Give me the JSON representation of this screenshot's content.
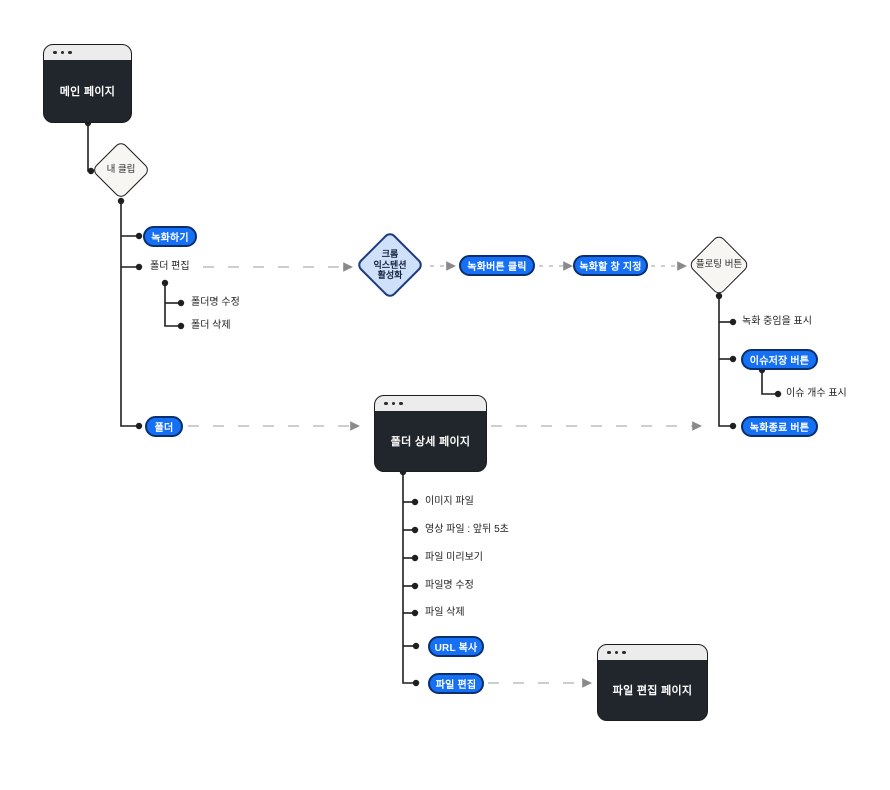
{
  "colors": {
    "pill_fill": "#1570f4",
    "pill_border": "#0b2f6e",
    "window_body": "#21252c",
    "window_header": "#ececec",
    "node_border": "#1c1c1c",
    "diamond_fill": "#f7f6f3",
    "blue_diamond_fill": "#cfe0fb",
    "blue_diamond_border": "#1d3c7c",
    "line": "#1f1f1f",
    "dash": "#bdbdbd",
    "canvas_bg": "#ffffff"
  },
  "windows": {
    "main": {
      "title": "메인 페이지"
    },
    "folder_detail": {
      "title": "폴더 상세 페이지"
    },
    "file_edit": {
      "title": "파일 편집 페이지"
    }
  },
  "diamonds": {
    "my_clip": {
      "label": "내 클립"
    },
    "chrome_extension": {
      "lines": [
        "크롬",
        "익스텐션",
        "활성화"
      ]
    },
    "floating_button": {
      "label": "플로팅 버튼"
    }
  },
  "pills": {
    "record_start": "녹화하기",
    "folder": "폴더",
    "record_button_click": "녹화버튼 클릭",
    "record_window_select": "녹화할 창 지정",
    "issue_save": "이슈저장 버튼",
    "record_end": "녹화종료 버튼",
    "url_copy": "URL 복사",
    "file_edit": "파일 편집"
  },
  "labels": {
    "folder_edit": "폴더 편집",
    "folder_rename": "폴더명 수정",
    "folder_delete": "폴더 삭제",
    "recording_indicator": "녹화 중임을 표시",
    "issue_count": "이슈 개수 표시",
    "image_file": "이미지 파일",
    "video_file": "영상 파일 : 앞뒤 5초",
    "file_preview": "파일 미리보기",
    "file_rename": "파일명 수정",
    "file_delete": "파일 삭제"
  }
}
